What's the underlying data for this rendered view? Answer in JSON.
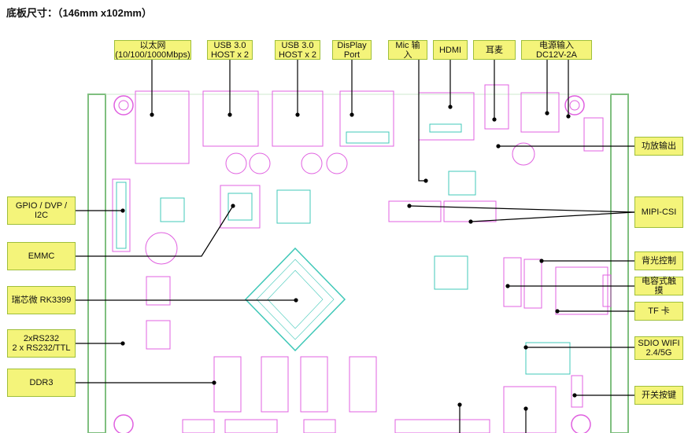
{
  "title": "底板尺寸：（146mm x102mm）",
  "top_labels": {
    "ethernet": "以太网\n(10/100/1000Mbps)",
    "usb": "USB 3.0\nHOST x 2",
    "usb2": "USB 3.0\nHOST x 2",
    "displayport": "DisPlay\nPort",
    "mic": "Mic 输入",
    "hdmi": "HDMI",
    "headphone": "耳麦",
    "power": "电源输入\nDC12V-2A"
  },
  "left_labels": {
    "gpio": "GPIO / DVP /\nI2C",
    "emmc": "EMMC",
    "soc": "瑞芯微 RK3399",
    "rs232": "2xRS232\n2 x RS232/TTL",
    "ddr": "DDR3"
  },
  "right_labels": {
    "amp": "功放输出",
    "mipi": "MIPI-CSI",
    "backlight": "背光控制",
    "touch": "电容式触摸",
    "tf": "TF 卡",
    "wifi": "SDIO WIFI\n2.4/5G",
    "power_key": "开关按键"
  },
  "colors": {
    "label_bg": "#f4f47a",
    "pink": "#e060e0",
    "teal": "#40c8b8",
    "green": "#7fbf7f"
  }
}
